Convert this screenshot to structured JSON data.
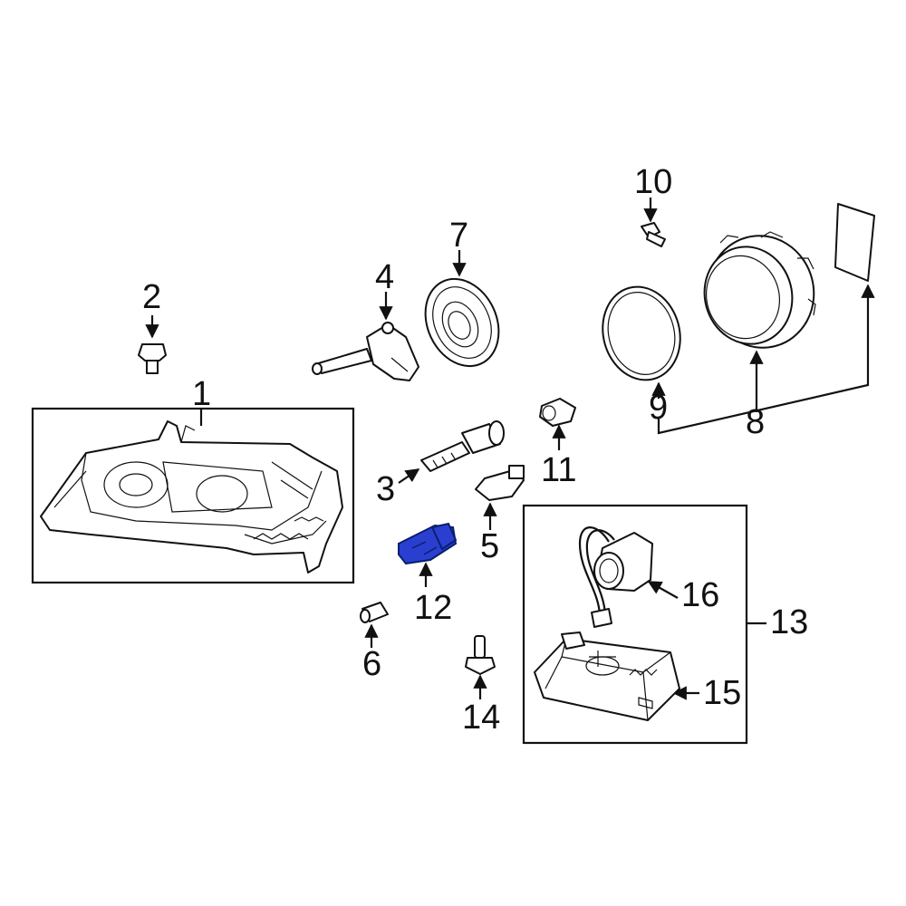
{
  "diagram": {
    "highlight_color": "#2a3fd0",
    "line_color": "#111111",
    "highlighted_part": "12",
    "callouts": {
      "c1": "1",
      "c2": "2",
      "c3": "3",
      "c4": "4",
      "c5": "5",
      "c6": "6",
      "c7": "7",
      "c8": "8",
      "c9": "9",
      "c10": "10",
      "c11": "11",
      "c12": "12",
      "c13": "13",
      "c14": "14",
      "c15": "15",
      "c16": "16"
    }
  }
}
